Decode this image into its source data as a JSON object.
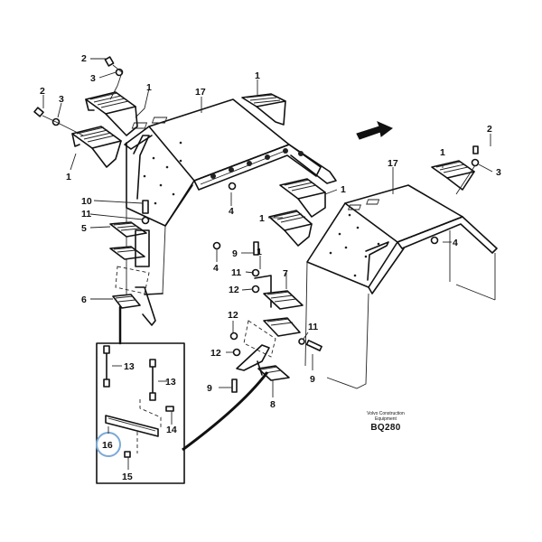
{
  "diagram": {
    "title": "Fender and steps exploded parts diagram",
    "publisher_line1": "Volvo Construction",
    "publisher_line2": "Equipment",
    "drawing_code": "BQ280",
    "highlight_color": "#7aaad8",
    "highlighted_part": "16",
    "direction_arrow": "forward-arrow",
    "callouts": [
      {
        "id": "c-2a",
        "label": "2"
      },
      {
        "id": "c-3a",
        "label": "3"
      },
      {
        "id": "c-1a",
        "label": "1"
      },
      {
        "id": "c-2b",
        "label": "2"
      },
      {
        "id": "c-3b",
        "label": "3"
      },
      {
        "id": "c-1b",
        "label": "1"
      },
      {
        "id": "c-17a",
        "label": "17"
      },
      {
        "id": "c-1c",
        "label": "1"
      },
      {
        "id": "c-2c",
        "label": "2"
      },
      {
        "id": "c-3c",
        "label": "3"
      },
      {
        "id": "c-1d",
        "label": "1"
      },
      {
        "id": "c-17b",
        "label": "17"
      },
      {
        "id": "c-1e",
        "label": "1"
      },
      {
        "id": "c-1f",
        "label": "1"
      },
      {
        "id": "c-1g",
        "label": "1"
      },
      {
        "id": "c-10",
        "label": "10"
      },
      {
        "id": "c-11a",
        "label": "11"
      },
      {
        "id": "c-5",
        "label": "5"
      },
      {
        "id": "c-4a",
        "label": "4"
      },
      {
        "id": "c-4b",
        "label": "4"
      },
      {
        "id": "c-4c",
        "label": "4"
      },
      {
        "id": "c-9a",
        "label": "9"
      },
      {
        "id": "c-11b",
        "label": "11"
      },
      {
        "id": "c-7",
        "label": "7"
      },
      {
        "id": "c-12a",
        "label": "12"
      },
      {
        "id": "c-6",
        "label": "6"
      },
      {
        "id": "c-12b",
        "label": "12"
      },
      {
        "id": "c-11c",
        "label": "11"
      },
      {
        "id": "c-12c",
        "label": "12"
      },
      {
        "id": "c-9b",
        "label": "9"
      },
      {
        "id": "c-9c",
        "label": "9"
      },
      {
        "id": "c-8",
        "label": "8"
      },
      {
        "id": "c-13a",
        "label": "13"
      },
      {
        "id": "c-13b",
        "label": "13"
      },
      {
        "id": "c-14",
        "label": "14"
      },
      {
        "id": "c-16",
        "label": "16"
      },
      {
        "id": "c-15",
        "label": "15"
      }
    ]
  }
}
